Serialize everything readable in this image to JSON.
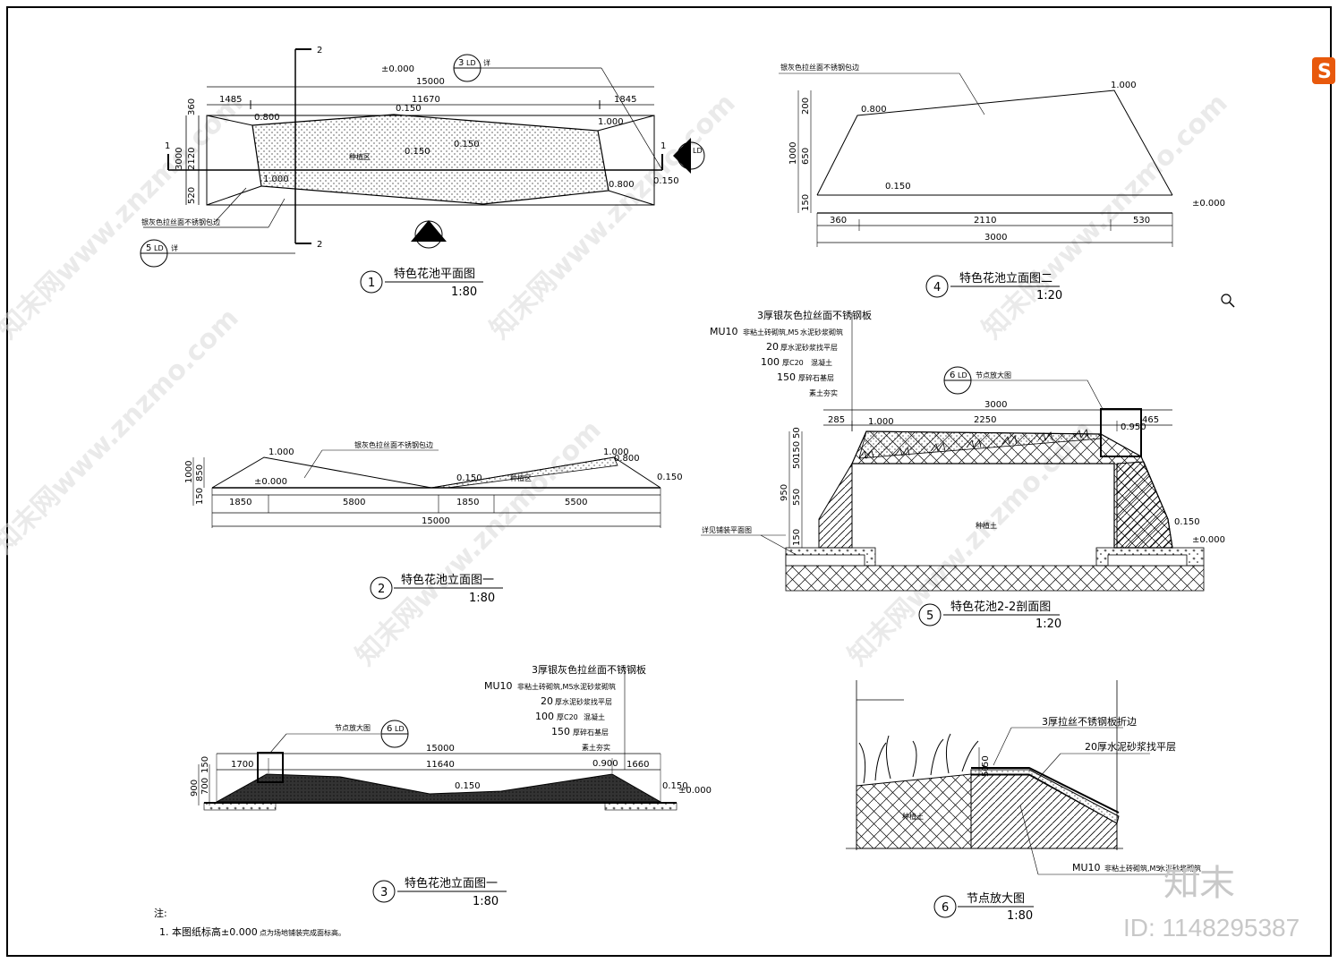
{
  "views": {
    "v1": {
      "num": "1",
      "title": "特色花池平面图",
      "scale": "1:80"
    },
    "v2": {
      "num": "2",
      "title": "特色花池立面图一",
      "scale": "1:80"
    },
    "v3": {
      "num": "3",
      "title": "特色花池立面图一",
      "scale": "1:80"
    },
    "v4": {
      "num": "4",
      "title": "特色花池立面图二",
      "scale": "1:20"
    },
    "v5": {
      "num": "5",
      "title": "特色花池2-2剖面图",
      "scale": "1:20"
    },
    "v6": {
      "num": "6",
      "title": "节点放大图",
      "scale": "1:80"
    }
  },
  "plan": {
    "dims_top": [
      "15000",
      "1485",
      "11670",
      "1845"
    ],
    "dims_left": [
      "360",
      "2120",
      "3000",
      "520"
    ],
    "elevations": [
      "±0.000",
      "0.800",
      "0.150",
      "1.000",
      "0.150",
      "0.150",
      "1.000",
      "0.800",
      "0.150"
    ],
    "section_marks": [
      "1",
      "1",
      "2",
      "2"
    ],
    "fill_label": "种植区",
    "callout_material": "银灰色拉丝面不锈钢包边",
    "ref_5": "5",
    "ref_3": "3",
    "ref_4": "4",
    "ref_2": "2",
    "ref_ld": "LD",
    "ref_suffix": "详"
  },
  "elev1": {
    "dims": [
      "1850",
      "5800",
      "1850",
      "5500",
      "15000"
    ],
    "heights": [
      "1000",
      "850",
      "150"
    ],
    "elevations": [
      "1.000",
      "±0.000",
      "0.150",
      "1.000",
      "0.800",
      "0.150"
    ],
    "material": "银灰色拉丝面不锈钢包边",
    "fill_label": "种植区"
  },
  "elev2": {
    "dims": [
      "15000",
      "1700",
      "11640",
      "1660"
    ],
    "heights": [
      "900",
      "700",
      "150"
    ],
    "elevations": [
      "0.900",
      "0.150",
      "0.150",
      "±0.000"
    ],
    "node_label": "节点放大图",
    "ref_6": "6",
    "layers": [
      "3厚银灰色拉丝面不锈钢板",
      "MU10",
      "非粘土砖砌筑,M5",
      "水泥砂浆砌筑",
      "20",
      "厚水泥砂浆找平层",
      "100",
      "厚C20",
      "混凝土",
      "150",
      "厚碎石基层",
      "素土夯实"
    ]
  },
  "elev4": {
    "material": "银灰色拉丝面不锈钢包边",
    "elevations": [
      "1.000",
      "0.800",
      "0.150",
      "±0.000"
    ],
    "heights": [
      "200",
      "650",
      "1000",
      "150"
    ],
    "dims": [
      "360",
      "2110",
      "530",
      "3000"
    ]
  },
  "sect5": {
    "layers": [
      "3厚银灰色拉丝面不锈钢板",
      "MU10",
      "非粘土砖砌筑,M5",
      "水泥砂浆砌筑",
      "20",
      "厚水泥砂浆找平层",
      "100",
      "厚C20",
      "混凝土",
      "150",
      "厚碎石基层",
      "素土夯实"
    ],
    "node_label": "节点放大图",
    "ref_6": "6",
    "dims": [
      "3000",
      "285",
      "2250",
      "465"
    ],
    "heights": [
      "50",
      "150",
      "50",
      "950",
      "550",
      "150"
    ],
    "elevations": [
      "1.000",
      "0.950",
      "0.150",
      "±0.000"
    ],
    "paving_label": "详见铺装平面图",
    "soil_label": "种植土"
  },
  "node6": {
    "labels": [
      "3厚拉丝不锈钢板折边",
      "20厚水泥砂浆找平层",
      "MU10",
      "非粘土砖砌筑,M5",
      "水泥砂浆砌筑"
    ],
    "heights": [
      "50",
      "50"
    ],
    "soil_label": "种植土"
  },
  "notes": {
    "head": "注:",
    "line1a": "1. 本图纸标高±0.000",
    "line1b": "点为场地铺装完成面标高。"
  },
  "watermark": {
    "text": "知末网www.znzmo.com",
    "brand": "知末",
    "id": "ID: 1148295387",
    "logo": "S"
  }
}
